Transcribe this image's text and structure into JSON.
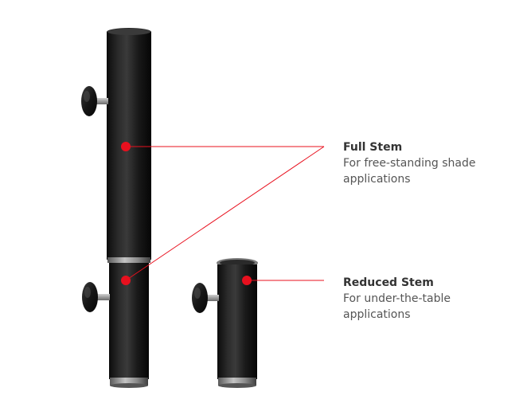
{
  "callouts": [
    {
      "title": "Full Stem",
      "description": "For free-standing shade applications"
    },
    {
      "title": "Reduced Stem",
      "description": "For under-the-table applications"
    }
  ],
  "colors": {
    "accent": "#e8101e",
    "pole": "#1c1c1c",
    "collar": "#8a8a8a"
  }
}
